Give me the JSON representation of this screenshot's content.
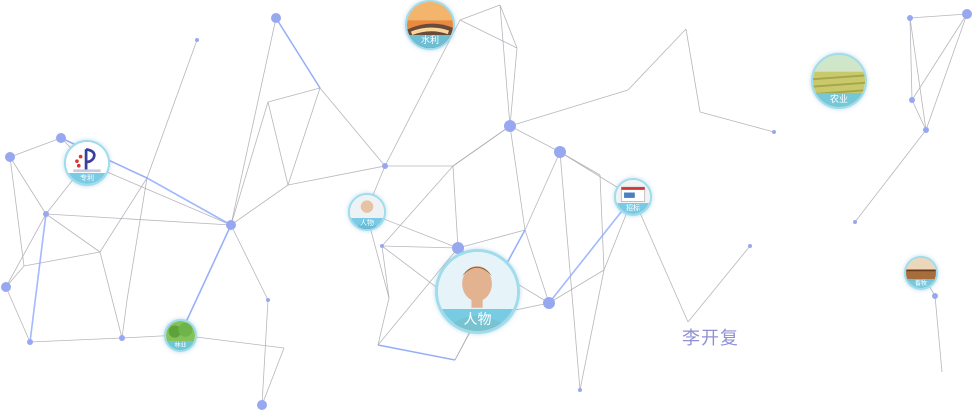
{
  "nodes": {
    "shuili": {
      "label": "水利"
    },
    "nongye": {
      "label": "农业"
    },
    "zhuanli": {
      "label": "专利"
    },
    "renwu_small": {
      "label": "人物"
    },
    "zhaobiao": {
      "label": "招标"
    },
    "linye": {
      "label": "林业"
    },
    "xumu": {
      "label": "畜牧"
    },
    "renwu_main": {
      "label": "人物"
    }
  },
  "floating_name": "李开复",
  "colors": {
    "edge": "#a9a9b2",
    "highlight": "#8aa8ff",
    "node": "#98a8f0",
    "ring": "#9fdcec",
    "label_bg": "#6ec8e1"
  }
}
